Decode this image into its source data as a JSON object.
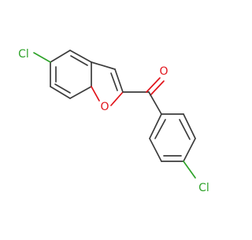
{
  "molecule": {
    "atoms": {
      "cl_left": {
        "label": "Cl",
        "color": "#2fa32a"
      },
      "cl_bottom": {
        "label": "Cl",
        "color": "#2fa32a"
      },
      "o_ring": {
        "label": "O",
        "color": "#e1141b"
      },
      "o_carbonyl": {
        "label": "O",
        "color": "#e1141b"
      }
    },
    "bond_color": "#3c3c3c"
  }
}
